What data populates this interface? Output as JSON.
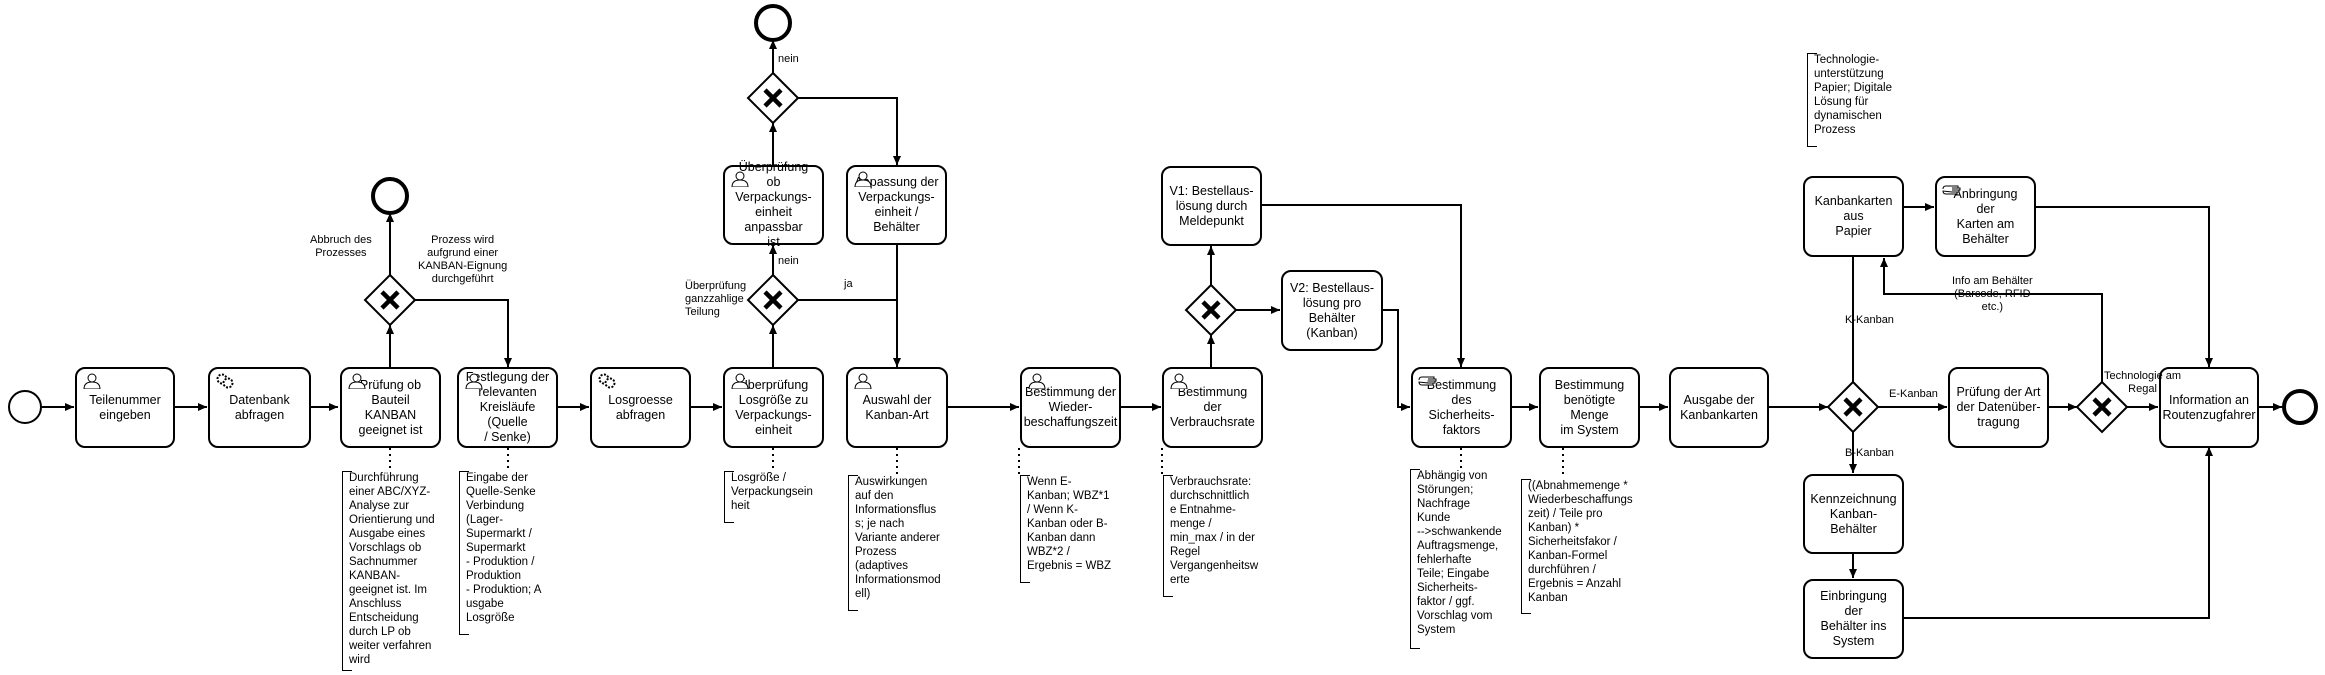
{
  "tasks": {
    "t1": "Teilenummer\neingeben",
    "t2": "Datenbank\nabfragen",
    "t3": "Prüfung ob\nBauteil KANBAN\ngeeignet ist",
    "t4": "Festlegung der\nrelevanten\nKreisläufe (Quelle\n/ Senke)",
    "t5": "Losgroesse\nabfragen",
    "t6": "Überprüfung\nLosgröße zu\nVerpackungs-\neinheit",
    "t7": "Überprüfung ob\nVerpackungs-\neinheit anpassbar\nist",
    "t8": "Anpassung der\nVerpackungs-\neinheit / Behälter",
    "t9": "Auswahl der\nKanban-Art",
    "t10": "Bestimmung der\nWieder-\nbeschaffungszeit",
    "t11": "Bestimmung der\nVerbrauchsrate",
    "t12": "V1: Bestellaus-\nlösung durch\nMeldepunkt",
    "t13": "V2: Bestellaus-\nlösung pro\nBehälter (Kanban)",
    "t14": "Bestimmung des\nSicherheits-faktors",
    "t15": "Bestimmung\nbenötigte Menge\nim System",
    "t16": "Ausgabe der\nKanbankarten",
    "t17": "Kanbankarten aus\nPapier",
    "t18": "Anbringung der\nKarten am\nBehälter",
    "t19": "Prüfung der Art\nder Datenüber-\ntragung",
    "t20": "Kennzeichnung\nKanban-Behälter",
    "t21": "Einbringung der\nBehälter ins\nSystem",
    "t22": "Information an\nRoutenzugfahrer"
  },
  "annotations": {
    "a1": "Durchführung\neiner ABC/XYZ-\nAnalyse zur\nOrientierung und\nAusgabe eines\nVorschlags ob\nSachnummer\nKANBAN-\ngeeignet ist. Im\nAnschluss\nEntscheidung\ndurch LP ob\nweiter verfahren\nwird",
    "a2": "Eingabe der\nQuelle-Senke\nVerbindung\n(Lager-\nSupermarkt /\nSupermarkt\n- Produktion /\nProduktion\n- Produktion; A\nusgabe\nLosgröße",
    "a3": "Losgröße /\nVerpackungsein\nheit",
    "a4": "Auswirkungen\nauf den\nInformationsflus\ns; je nach\nVariante anderer\nProzess\n(adaptives\nInformationsmod\nell)",
    "a5": "Wenn E-\nKanban; WBZ*1\n/ Wenn K-\nKanban oder B-\nKanban dann\nWBZ*2 /\nErgebnis = WBZ",
    "a6": "Verbrauchsrate:\ndurchschnittlich\ne Entnahme-\nmenge /\nmin_max / in der\nRegel\nVergangenheitsw\nerte",
    "a7": "Abhängig von\nStörungen;\nNachfrage\nKunde\n-->schwankende\nAuftragsmenge,\nfehlerhafte\nTeile; Eingabe\nSicherheits-\nfaktor / ggf.\nVorschlag vom\nSystem",
    "a8": "((Abnahmemenge *\nWiederbeschaffungs\nzeit) / Teile pro\nKanban) *\nSicherheitsfakor /\nKanban-Formel\ndurchführen /\nErgebnis = Anzahl\nKanban",
    "a9": "Technologie-\nunterstützung\nPapier; Digitale\nLösung für\ndynamischen\nProzess"
  },
  "flow_labels": {
    "abbruch": "Abbruch des\nProzesses",
    "prozess_wird": "Prozess wird\naufgrund einer\nKANBAN-Eignung\ndurchgeführt",
    "nein_top": "nein",
    "nein_mid": "nein",
    "ja": "ja",
    "ueberpruefung": "Überprüfung\nganzzahlige\nTeilung",
    "k_kanban": "K-Kanban",
    "e_kanban": "E-Kanban",
    "b_kanban": "B-Kanban",
    "info_behaelter": "Info am Behälter\n(Barcode, RFID\netc.)",
    "tech_regal": "Technologie am\nRegal"
  },
  "icons": {
    "user": "user-task-icon",
    "service": "service-task-icon",
    "manual": "manual-task-icon"
  },
  "colors": {
    "stroke": "#000000",
    "fill": "#ffffff"
  }
}
